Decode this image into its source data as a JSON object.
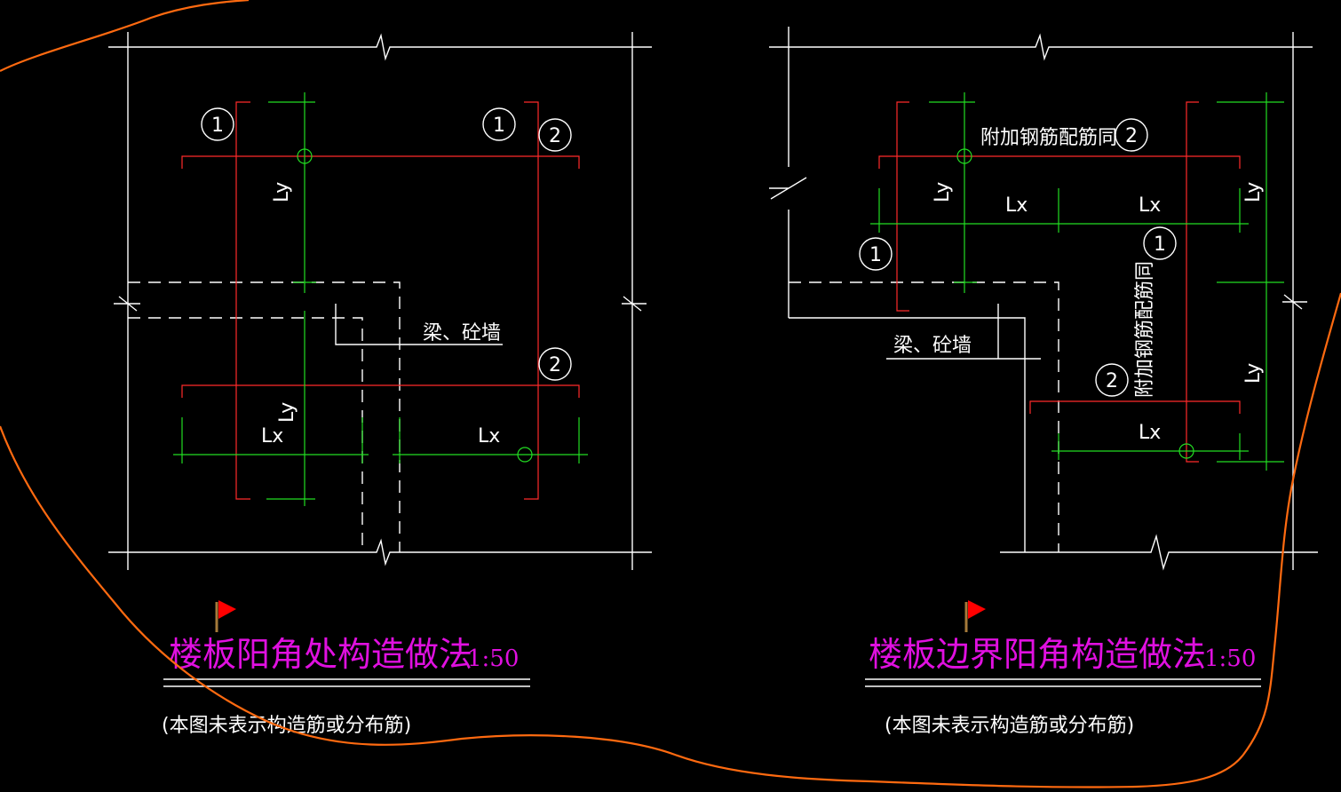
{
  "left_detail": {
    "title": "楼板阳角处构造做法",
    "scale": "1:50",
    "note": "(本图未表示构造筋或分布筋)",
    "beam_label": "梁、砼墙",
    "markers": {
      "m1": "1",
      "m2": "2"
    },
    "dims": {
      "lx": "Lx",
      "ly": "Ly"
    }
  },
  "right_detail": {
    "title": "楼板边界阳角构造做法",
    "scale": "1:50",
    "note": "(本图未表示构造筋或分布筋)",
    "beam_label": "梁、砼墙",
    "extra_label_h": "附加钢筋配筋同",
    "extra_label_v": "附加钢筋配筋同",
    "markers": {
      "m1": "1",
      "m2": "2"
    },
    "dims": {
      "lx": "Lx",
      "ly": "Ly"
    }
  },
  "colors": {
    "background": "#000000",
    "outline": "#ffffff",
    "rebar": "#ff2a2a",
    "dimension": "#22dd22",
    "title": "#e010e0",
    "revision_cloud": "#ff6a10",
    "flag": "#ff0000"
  },
  "icons": {
    "flag": "red-flag-icon"
  }
}
